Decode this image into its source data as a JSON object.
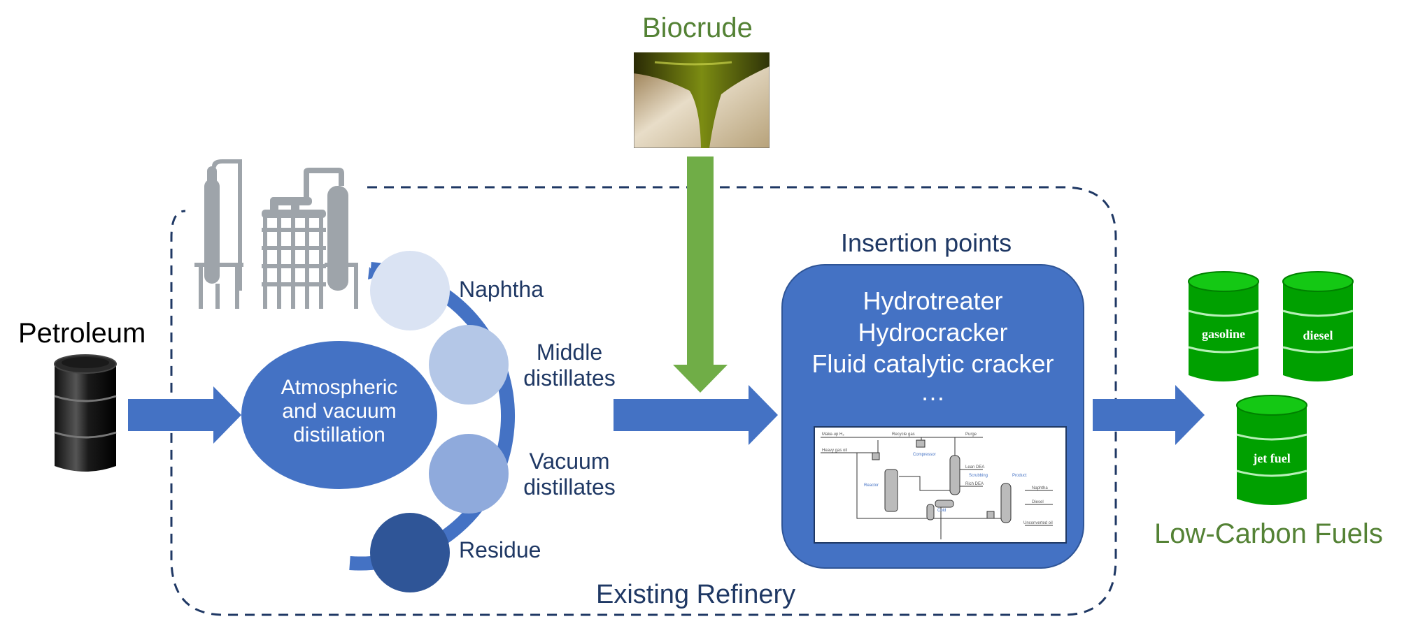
{
  "labels": {
    "biocrude": "Biocrude",
    "petroleum": "Petroleum",
    "insertion_points": "Insertion points",
    "existing_refinery": "Existing Refinery",
    "low_carbon_fuels": "Low-Carbon Fuels"
  },
  "distillation": {
    "title_lines": [
      "Atmospheric",
      "and vacuum",
      "distillation"
    ],
    "fractions": [
      {
        "lines": [
          "Naphtha"
        ],
        "color": "#dae3f3"
      },
      {
        "lines": [
          "Middle",
          "distillates"
        ],
        "color": "#b4c7e7"
      },
      {
        "lines": [
          "Vacuum",
          "distillates"
        ],
        "color": "#8faadc"
      },
      {
        "lines": [
          "Residue"
        ],
        "color": "#2f5597"
      }
    ]
  },
  "processes": [
    "Hydrotreater",
    "Hydrocracker",
    "Fluid catalytic cracker",
    "…"
  ],
  "fuels": [
    "gasoline",
    "diesel",
    "jet fuel"
  ],
  "colors": {
    "blue": "#4472c4",
    "navy": "#1f3864",
    "green_arrow": "#70ad47",
    "fuel_green": "#00a000",
    "label_green": "#548235"
  },
  "icons": {
    "petroleum": "oil-barrel-icon",
    "refinery": "refinery-silhouette-icon",
    "biocrude": "biocrude-photo",
    "fuel": "fuel-barrel-icon"
  }
}
